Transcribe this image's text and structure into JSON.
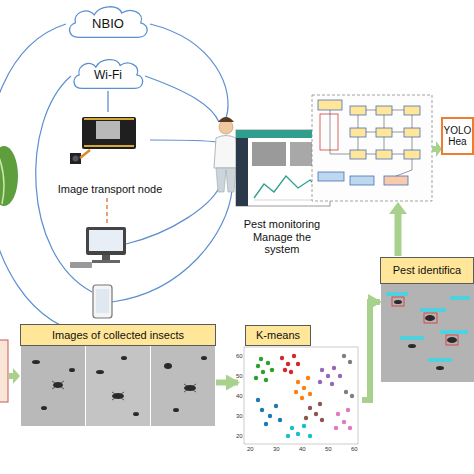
{
  "diagram": {
    "nodes": [
      {
        "text": [
          "NBIO"
        ]
      },
      {
        "text": [
          "Wi-Fi"
        ]
      },
      {
        "text": [
          "Image transport node"
        ]
      },
      {
        "text": [
          "Pest monitoring Manage the system"
        ]
      },
      {
        "text": [
          "YOLO Hea"
        ]
      },
      {
        "text": [
          "Pest identifica"
        ]
      },
      {
        "text": [
          "Images of collected insects"
        ]
      },
      {
        "text": [
          "K-means"
        ]
      }
    ],
    "edges": [
      {
        "from": 1,
        "to": 2,
        "arrow": "none"
      },
      {
        "from": 6,
        "to": 7,
        "arrow": "to"
      },
      {
        "from": 7,
        "to": 5,
        "arrow": "to"
      }
    ],
    "labels": [
      "20",
      "30",
      "40",
      "50",
      "60",
      "20",
      "30",
      "40",
      "50",
      "60"
    ]
  }
}
